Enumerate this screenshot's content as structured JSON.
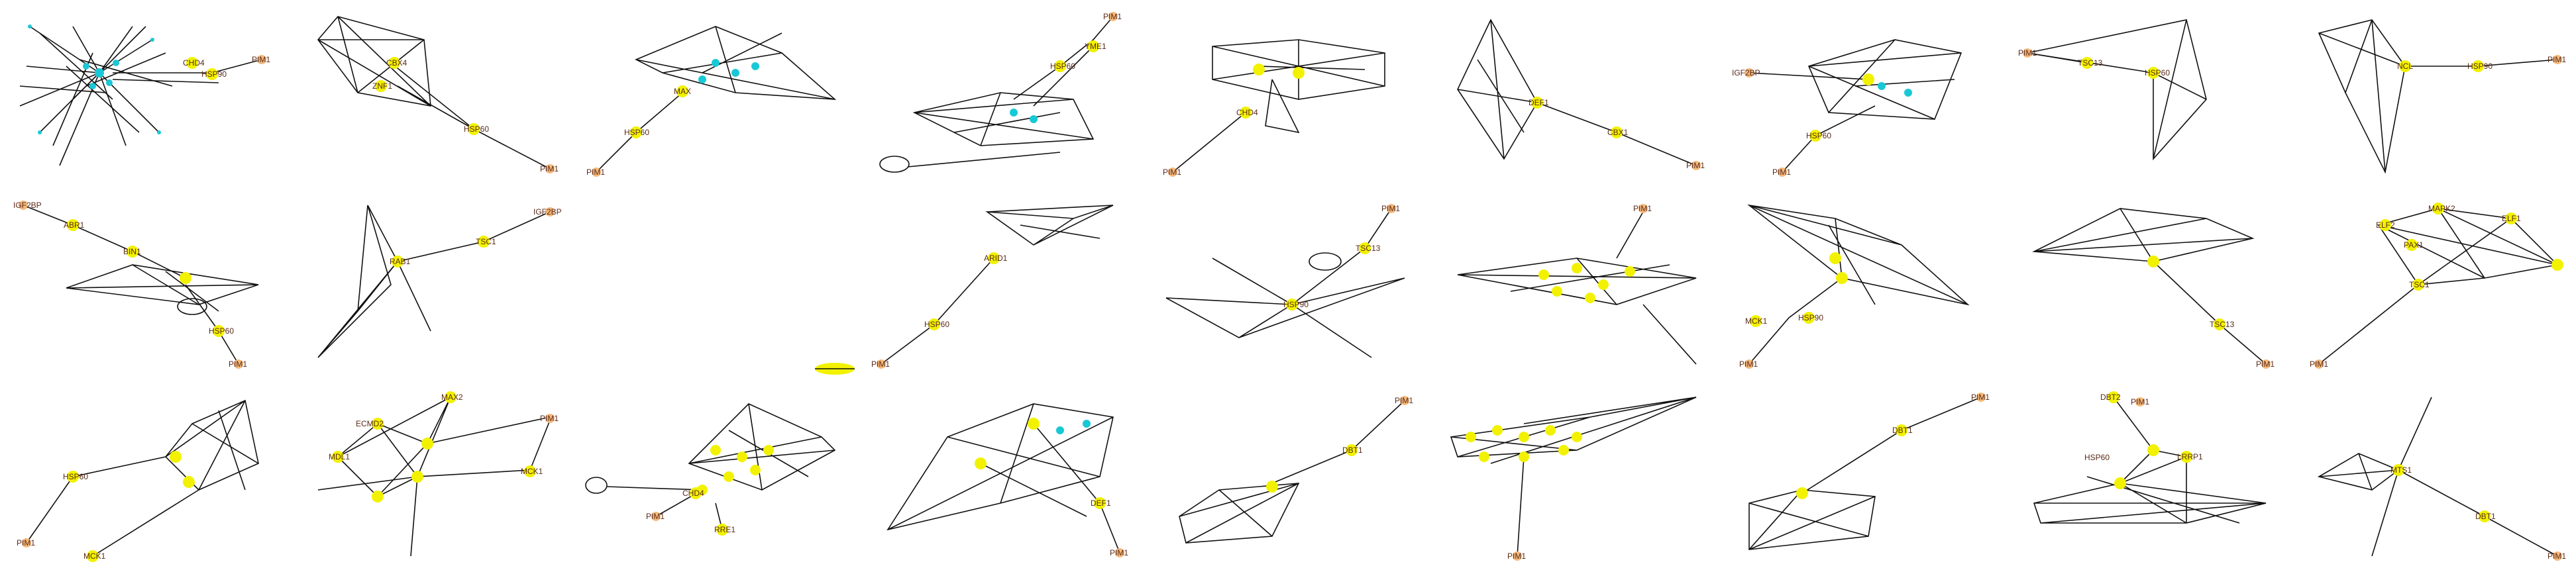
{
  "colors": {
    "edge": "#111111",
    "node": "#19c8d6",
    "hub_node": "#f2f200",
    "anchor_node": "#f6b97a",
    "label_text": "#5a2a1a"
  },
  "panels": [
    {
      "id": "p01",
      "labels": [
        "CHD4",
        "HSP90",
        "PIM1"
      ]
    },
    {
      "id": "p02",
      "labels": [
        "CBX4",
        "ZNF1",
        "HSP60",
        "PIM1"
      ]
    },
    {
      "id": "p03",
      "labels": [
        "MAX",
        "HSP60",
        "PIM1"
      ]
    },
    {
      "id": "p04",
      "labels": [
        "PIM1",
        "YME1",
        "HSP60"
      ]
    },
    {
      "id": "p05",
      "labels": [
        "CHD4",
        "PIM1"
      ]
    },
    {
      "id": "p06",
      "labels": [
        "DEF1",
        "CBX1",
        "PIM1"
      ]
    },
    {
      "id": "p07",
      "labels": [
        "IGF2BP",
        "HSP60",
        "PIM1"
      ]
    },
    {
      "id": "p08",
      "labels": [
        "PIM1",
        "TSC13",
        "HSP60"
      ]
    },
    {
      "id": "p09",
      "labels": [
        "NCL",
        "HSP90",
        "PIM1"
      ]
    },
    {
      "id": "p10",
      "labels": [
        "IGF2BP",
        "ABR1",
        "BIN1",
        "HSP60",
        "PIM1"
      ]
    },
    {
      "id": "p11",
      "labels": [
        "IGF2BP",
        "TSC1",
        "RAB1"
      ]
    },
    {
      "id": "p12",
      "labels": [
        "HSP60",
        "PIM1",
        "ARID1"
      ]
    },
    {
      "id": "p13",
      "labels": [
        "HSP90",
        "PIM1",
        "TSC13"
      ]
    },
    {
      "id": "p14",
      "labels": [
        "PIM1"
      ]
    },
    {
      "id": "p15",
      "labels": [
        "MCK1",
        "HSP90",
        "PIM1"
      ]
    },
    {
      "id": "p16",
      "labels": [
        "TSC13",
        "PIM1"
      ]
    },
    {
      "id": "p17",
      "labels": [
        "ELF2",
        "MAPK2",
        "ELF1",
        "PAX1",
        "TSC1",
        "PIM1"
      ]
    },
    {
      "id": "p18",
      "labels": [
        "HSP60",
        "PIM1",
        "MCK1"
      ]
    },
    {
      "id": "p19",
      "labels": [
        "MAX2",
        "ECMD2",
        "MDL1",
        "PIM1",
        "MCK1"
      ]
    },
    {
      "id": "p20",
      "labels": [
        "CHD4",
        "PIM1",
        "RRE1"
      ]
    },
    {
      "id": "p21",
      "labels": [
        "DEF1",
        "PIM1"
      ]
    },
    {
      "id": "p22",
      "labels": [
        "DBT1",
        "PIM1"
      ]
    },
    {
      "id": "p23",
      "labels": [
        "PIM1"
      ]
    },
    {
      "id": "p24",
      "labels": [
        "DBT1",
        "PIM1"
      ]
    },
    {
      "id": "p25",
      "labels": [
        "DBT2",
        "PIM1",
        "HSP60",
        "LRRP1"
      ]
    },
    {
      "id": "p26",
      "labels": [
        "MTS1",
        "DBT1",
        "PIM1"
      ]
    }
  ]
}
